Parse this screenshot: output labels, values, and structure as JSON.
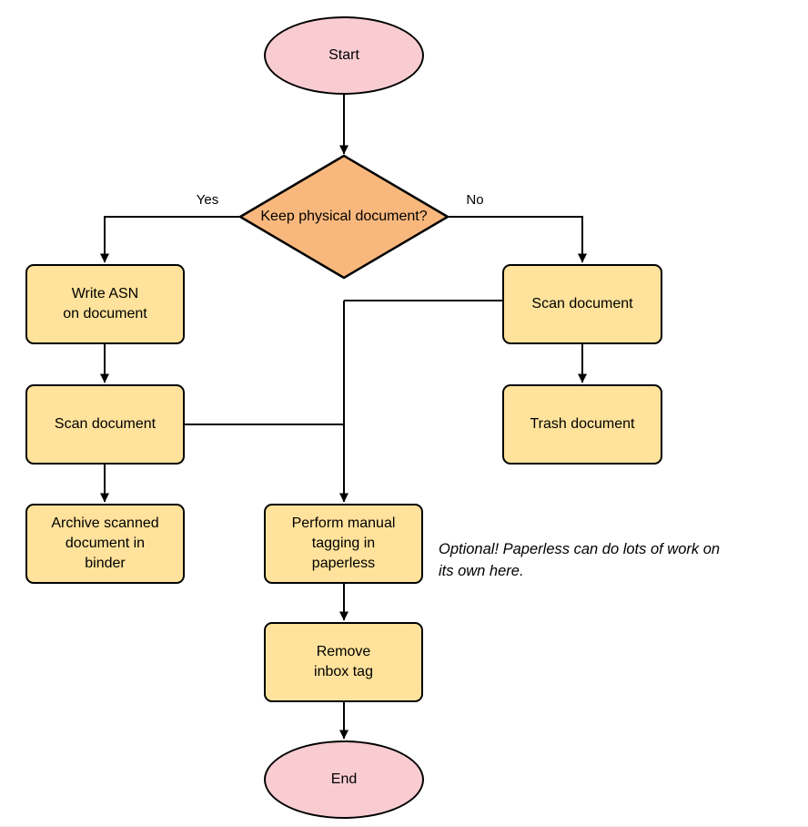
{
  "diagram": {
    "colors": {
      "terminal_fill": "#F8CCD1",
      "decision_fill": "#F8B87D",
      "process_fill": "#FFE29B",
      "stroke": "#000000"
    },
    "nodes": {
      "start": {
        "type": "terminal",
        "label": "Start"
      },
      "decision": {
        "type": "decision",
        "label": "Keep physical\ndocument?"
      },
      "write_asn": {
        "type": "process",
        "label": "Write ASN\non document"
      },
      "scan_left": {
        "type": "process",
        "label": "Scan document"
      },
      "archive": {
        "type": "process",
        "label": "Archive scanned\ndocument in\nbinder"
      },
      "scan_right": {
        "type": "process",
        "label": "Scan document"
      },
      "trash": {
        "type": "process",
        "label": "Trash document"
      },
      "tagging": {
        "type": "process",
        "label": "Perform manual\ntagging in\npaperless"
      },
      "remove_inbox": {
        "type": "process",
        "label": "Remove\ninbox tag"
      },
      "end": {
        "type": "terminal",
        "label": "End"
      }
    },
    "edge_labels": {
      "yes": "Yes",
      "no": "No"
    },
    "annotation": "Optional! Paperless can do lots of work on\nits own here."
  }
}
